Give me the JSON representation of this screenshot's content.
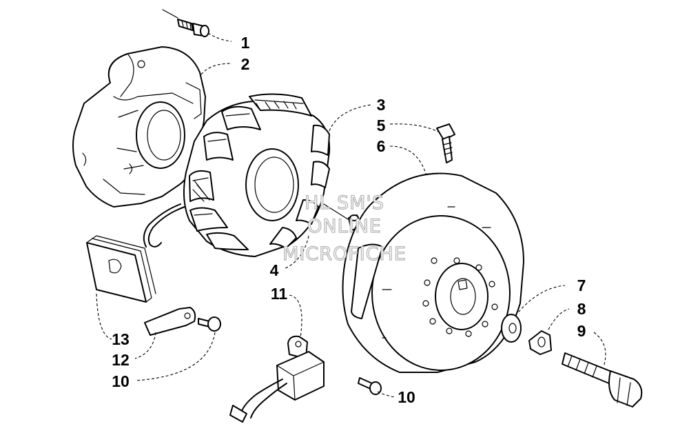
{
  "watermark": {
    "lines": [
      "HL SM'S",
      "ONLINE",
      "MICROFICHE"
    ]
  },
  "callouts": [
    {
      "id": "c1",
      "text": "1"
    },
    {
      "id": "c2",
      "text": "2"
    },
    {
      "id": "c3",
      "text": "3"
    },
    {
      "id": "c4",
      "text": "4"
    },
    {
      "id": "c5",
      "text": "5"
    },
    {
      "id": "c6",
      "text": "6"
    },
    {
      "id": "c7",
      "text": "7"
    },
    {
      "id": "c8",
      "text": "8"
    },
    {
      "id": "c9",
      "text": "9"
    },
    {
      "id": "c10a",
      "text": "10"
    },
    {
      "id": "c10b",
      "text": "10"
    },
    {
      "id": "c11",
      "text": "11"
    },
    {
      "id": "c12",
      "text": "12"
    },
    {
      "id": "c13",
      "text": "13"
    }
  ]
}
